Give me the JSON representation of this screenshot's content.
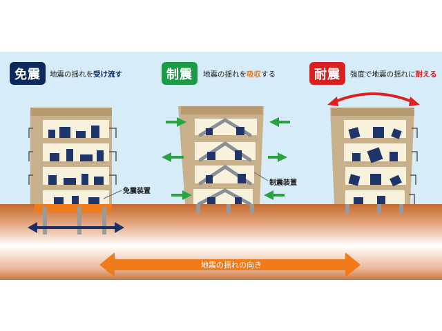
{
  "colors": {
    "sky": "#d7ecf9",
    "ground": "#c56a2e",
    "building": "#c8b08a",
    "badge_isolation": "#0d2a5e",
    "badge_damping": "#1d9a47",
    "badge_resistant": "#d9201f",
    "highlight_orange": "#f07b1b",
    "highlight_red": "#e0201f",
    "arrow_green": "#27a33f",
    "arrow_navy": "#1c2f66"
  },
  "panels": [
    {
      "badge": "免震",
      "caption_prefix": "地震の揺れを",
      "caption_highlight": "受け流す",
      "caption_suffix": "",
      "device_label": "免震装置",
      "icon": "base-isolation-building"
    },
    {
      "badge": "制震",
      "caption_prefix": "地震の揺れを",
      "caption_highlight": "吸収",
      "caption_suffix": "する",
      "device_label": "制震装置",
      "icon": "damper-building"
    },
    {
      "badge": "耐震",
      "caption_prefix": "強度で地震の揺れに",
      "caption_highlight": "耐える",
      "caption_suffix": "",
      "device_label": "",
      "icon": "rigid-building"
    }
  ],
  "direction_label": "地震の揺れの向き"
}
